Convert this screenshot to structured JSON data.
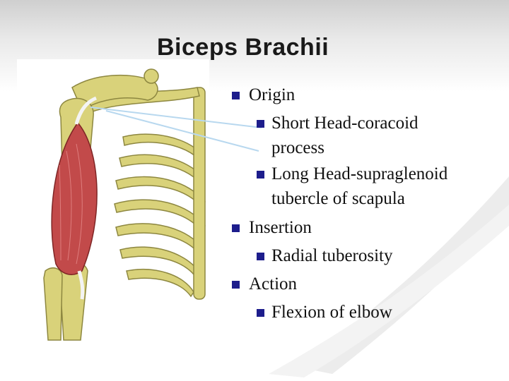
{
  "slide": {
    "title": "Biceps Brachii"
  },
  "bullets": {
    "origin": {
      "label": "Origin",
      "short_head_line1": "Short Head-coracoid",
      "short_head_line2": "process",
      "long_head_line1": "Long Head-supraglenoid",
      "long_head_line2": "tubercle of scapula"
    },
    "insertion": {
      "label": "Insertion",
      "item": "Radial tuberosity"
    },
    "action": {
      "label": "Action",
      "item": "Flexion of elbow"
    }
  },
  "colors": {
    "bullet": "#1d1d8c",
    "bone": "#d9d27a",
    "muscle": "#c24a4a",
    "pointer_line": "#b8d8ef"
  }
}
